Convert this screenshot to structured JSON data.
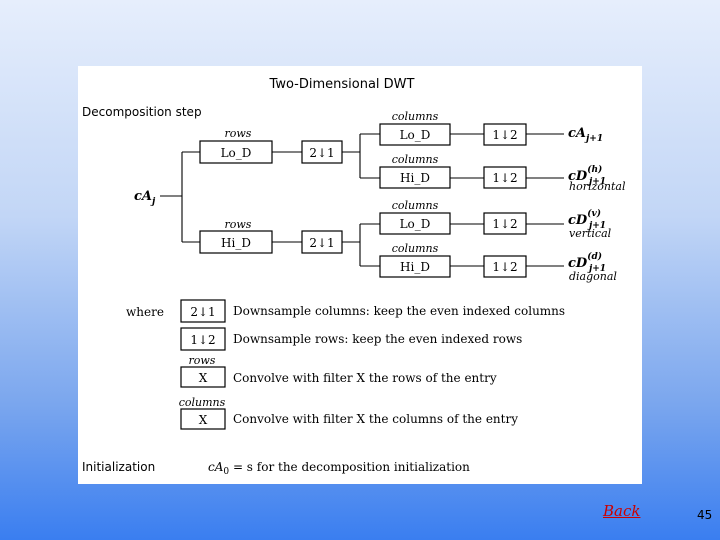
{
  "diagram": {
    "title": "Two-Dimensional DWT",
    "decomposition_label": "Decomposition step",
    "input_label": "cA",
    "input_sub": "j",
    "rows_label": "rows",
    "columns_label": "columns",
    "lo_d": "Lo_D",
    "hi_d": "Hi_D",
    "down_cols": "2↓1",
    "down_rows": "1↓2",
    "out_ca": "cA",
    "out_ca_sub": "j+1",
    "out_cd": "cD",
    "out_cd_sub": "j+1",
    "sup_h": "(h)",
    "sup_v": "(v)",
    "sup_d": "(d)",
    "horizontal": "horizontal",
    "vertical": "vertical",
    "diagonal": "diagonal"
  },
  "legend": {
    "where": "where",
    "down_cols_desc": "Downsample columns: keep the even indexed columns",
    "down_rows_desc": "Downsample rows: keep the even indexed rows",
    "rows_label": "rows",
    "columns_label": "columns",
    "filter_x": "X",
    "conv_rows_desc": "Convolve with filter X the rows of the entry",
    "conv_cols_desc": "Convolve with filter X the columns of the entry"
  },
  "initialization": {
    "label": "Initialization",
    "formula_var": "cA",
    "formula_sub": "0",
    "formula_rest": " = s for the decomposition initialization"
  },
  "footer": {
    "back": "Back",
    "page_number": "45"
  }
}
